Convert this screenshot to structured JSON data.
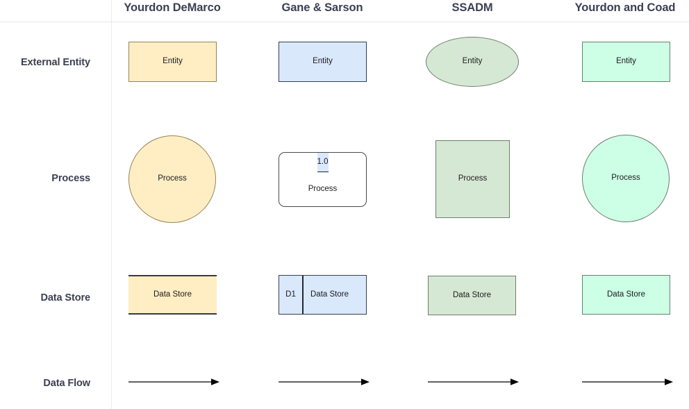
{
  "header": {
    "columns": [
      {
        "label": "Yourdon DeMarco"
      },
      {
        "label": "Gane & Sarson"
      },
      {
        "label": "SSADM"
      },
      {
        "label": "Yourdon and Coad"
      }
    ]
  },
  "rows": [
    {
      "label": "External Entity"
    },
    {
      "label": "Process"
    },
    {
      "label": "Data Store"
    },
    {
      "label": "Data Flow"
    }
  ],
  "palette": {
    "cream_fill": "#ffeec4",
    "cream_stroke": "#948355",
    "blue_fill": "#dae8fc",
    "blue_stroke": "#2d3e56",
    "sage_fill": "#d5e8d4",
    "sage_stroke": "#6d7d6c",
    "mint_fill": "#ccffe6",
    "mint_stroke": "#6d7d6c",
    "header_text": "#3b3f51",
    "rule": "#e8e8e8",
    "arrow": "#000000"
  },
  "shapes": {
    "entity": {
      "yourdon_demarco": {
        "label": "Entity",
        "form": "rectangle"
      },
      "gane_sarson": {
        "label": "Entity",
        "form": "rectangle"
      },
      "ssadm": {
        "label": "Entity",
        "form": "ellipse"
      },
      "yourdon_coad": {
        "label": "Entity",
        "form": "rectangle"
      }
    },
    "process": {
      "yourdon_demarco": {
        "label": "Process",
        "form": "circle"
      },
      "gane_sarson": {
        "id": "1.0",
        "label": "Process",
        "form": "rounded-rect-header"
      },
      "ssadm": {
        "label": "Process",
        "form": "square"
      },
      "yourdon_coad": {
        "label": "Process",
        "form": "circle"
      }
    },
    "data_store": {
      "yourdon_demarco": {
        "label": "Data Store",
        "form": "open-sided"
      },
      "gane_sarson": {
        "id": "D1",
        "label": "Data Store",
        "form": "compartment-box"
      },
      "ssadm": {
        "label": "Data Store",
        "form": "rectangle"
      },
      "yourdon_coad": {
        "label": "Data Store",
        "form": "rectangle"
      }
    },
    "data_flow": {
      "yourdon_demarco": {
        "form": "arrow"
      },
      "gane_sarson": {
        "form": "arrow"
      },
      "ssadm": {
        "form": "arrow"
      },
      "yourdon_coad": {
        "form": "arrow"
      }
    }
  }
}
